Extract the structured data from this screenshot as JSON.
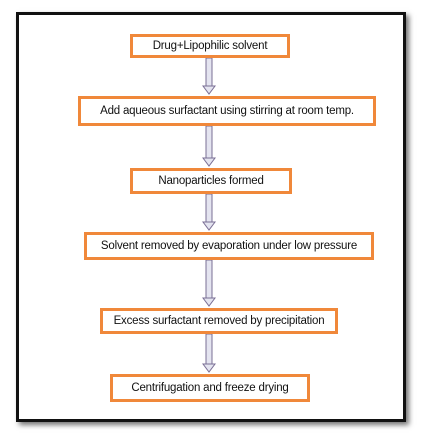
{
  "steps": [
    {
      "label": "Drug+Lipophilic solvent"
    },
    {
      "label": "Add aqueous surfactant using stirring at room temp."
    },
    {
      "label": "Nanoparticles formed"
    },
    {
      "label": "Solvent removed by evaporation under low pressure"
    },
    {
      "label": "Excess surfactant removed by precipitation"
    },
    {
      "label": "Centrifugation and freeze drying"
    }
  ],
  "colors": {
    "box_border": "#f0883a",
    "arrow_outline": "#7a6f95",
    "arrow_fill": "#e4e4f0",
    "frame_border": "#111111"
  }
}
